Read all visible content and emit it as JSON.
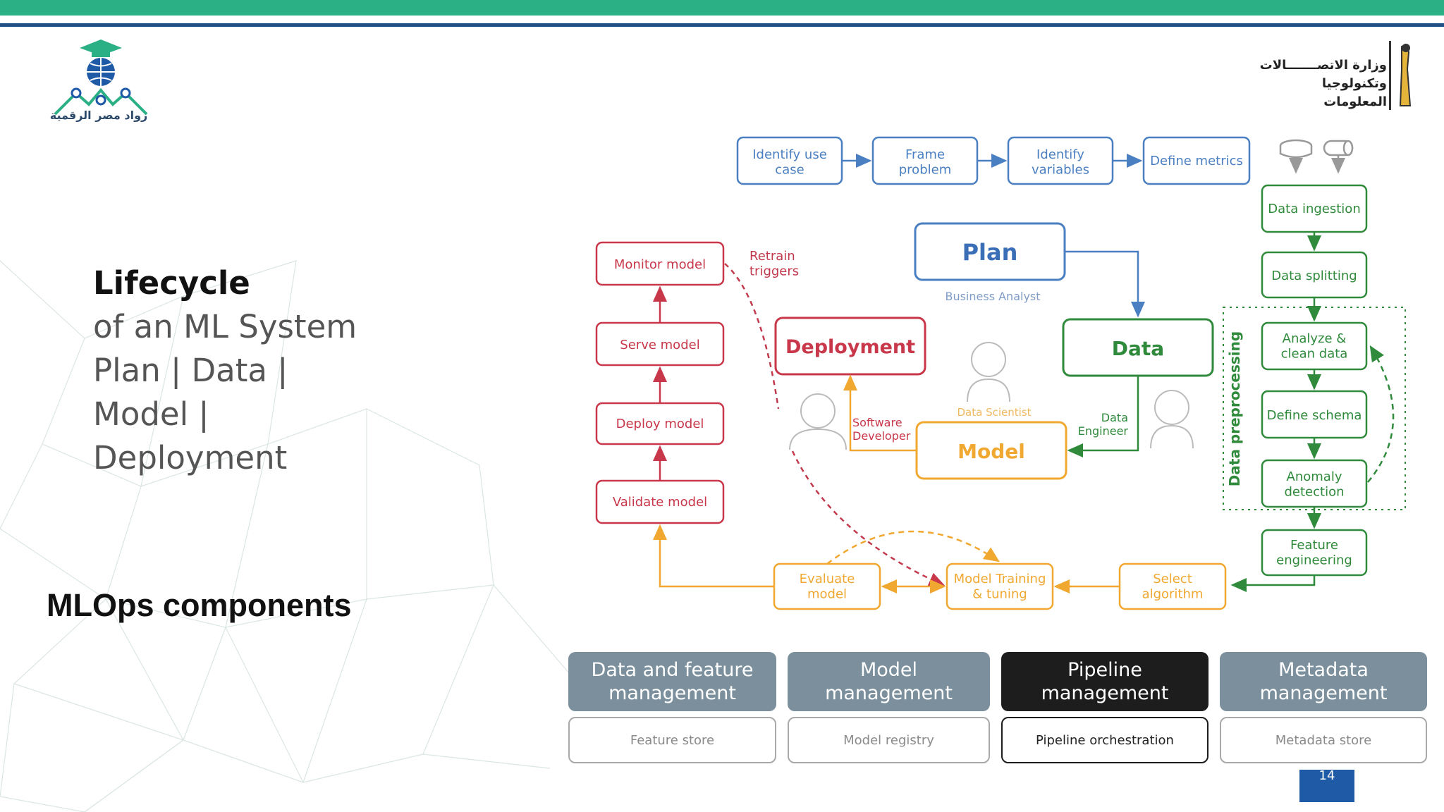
{
  "slide": {
    "title_bold": "Lifecycle",
    "title_lines": [
      "of an ML System",
      "Plan | Data |",
      "Model |",
      "Deployment"
    ],
    "subtitle": "MLOps components",
    "page_number": "14"
  },
  "logos": {
    "left_text": "رواد مصر الرقمية",
    "right_line1": "وزارة الاتصـــــــالات",
    "right_line2": "وتكنولوجيا المعلومات"
  },
  "diagram": {
    "plan_steps": [
      "Identify use|case",
      "Frame|problem",
      "Identify|variables",
      "Define metrics"
    ],
    "hubs": {
      "plan": "Plan",
      "data": "Data",
      "model": "Model",
      "deployment": "Deployment"
    },
    "roles": {
      "business_analyst": "Business Analyst",
      "data_scientist": "Data Scientist",
      "data_engineer": "Data|Engineer",
      "software_developer": "Software|Developer"
    },
    "data_steps": [
      "Data ingestion",
      "Data splitting",
      "Analyze &|clean data",
      "Define schema",
      "Anomaly|detection",
      "Feature|engineering"
    ],
    "data_preprocessing_label": "Data preprocessing",
    "model_steps": [
      "Select|algorithm",
      "Model Training|& tuning",
      "Evaluate|model"
    ],
    "deploy_steps": [
      "Validate model",
      "Deploy model",
      "Serve model",
      "Monitor model"
    ],
    "retrain_label": "Retrain|triggers"
  },
  "components": [
    {
      "title": "Data and feature management",
      "sub": "Feature store"
    },
    {
      "title": "Model management",
      "sub": "Model registry"
    },
    {
      "title": "Pipeline management",
      "sub": "Pipeline orchestration"
    },
    {
      "title": "Metadata management",
      "sub": "Metadata store"
    }
  ],
  "colors": {
    "plan": "#4a7fc1",
    "data": "#2f8a3b",
    "model": "#f0a830",
    "deploy": "#c8374a",
    "retrain": "#c23a4d",
    "comp_head": "#7b909c",
    "comp_dark": "#1d1d1d",
    "topbar_green": "#2baf84",
    "topbar_blue": "#1f4f86"
  }
}
